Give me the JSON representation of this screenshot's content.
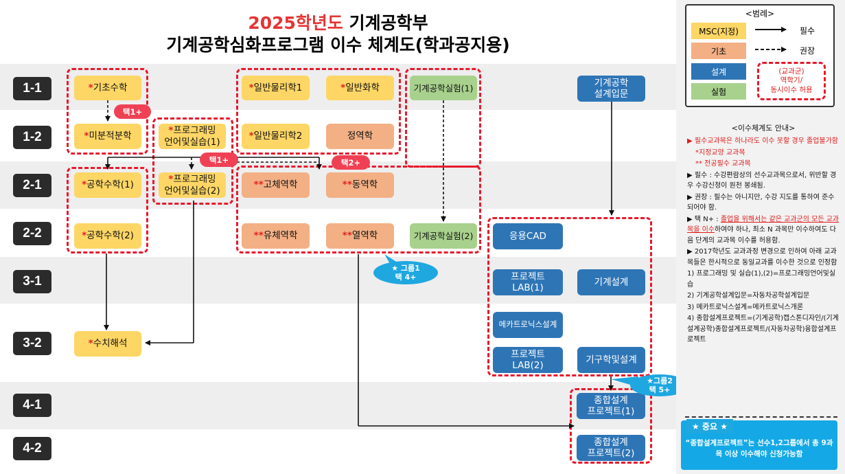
{
  "title": {
    "line1_red": "2025학년도",
    "line1_rest": " 기계공학부",
    "line2": "기계공학심화프로그램 이수 체계도(학과공지용)"
  },
  "semesters": [
    "1-1",
    "1-2",
    "2-1",
    "2-2",
    "3-1",
    "3-2",
    "4-1",
    "4-2"
  ],
  "courses": {
    "basic_math": {
      "star": "*",
      "label": "기초수학"
    },
    "calculus": {
      "star": "*",
      "label": "미분적분학"
    },
    "prog1": {
      "star": "*",
      "label": "프로그래밍\n언어및실습(1)"
    },
    "prog2": {
      "star": "*",
      "label": "프로그래밍\n언어및실습(2)"
    },
    "eng_math1": {
      "star": "*",
      "label": "공학수학(1)"
    },
    "eng_math2": {
      "star": "*",
      "label": "공학수학(2)"
    },
    "numerical": {
      "star": "*",
      "label": "수치해석"
    },
    "physics1": {
      "star": "*",
      "label": "일반물리학1"
    },
    "chem": {
      "star": "*",
      "label": "일반화학"
    },
    "physics2": {
      "star": "*",
      "label": "일반물리학2"
    },
    "statics": {
      "star": "",
      "label": "정역학"
    },
    "solid": {
      "star": "**",
      "label": "고체역학"
    },
    "dynamics": {
      "star": "**",
      "label": "동역학"
    },
    "fluid": {
      "star": "**",
      "label": "유체역학"
    },
    "thermo": {
      "star": "**",
      "label": "열역학"
    },
    "lab1": {
      "label": "기계공학실험(1)"
    },
    "lab2": {
      "label": "기계공학실험(2)"
    },
    "intro_design": {
      "label": "기계공학\n설계입문"
    },
    "cad": {
      "label": "응용CAD"
    },
    "project_lab1": {
      "label": "프로젝트\nLAB(1)"
    },
    "mech_design": {
      "label": "기계설계"
    },
    "mechatronics": {
      "label": "메카트로닉스설계"
    },
    "project_lab2": {
      "label": "프로젝트\nLAB(2)"
    },
    "machine_design": {
      "label": "기구학및설계"
    },
    "capstone1": {
      "label": "종합설계\n프로젝트(1)"
    },
    "capstone2": {
      "label": "종합설계\n프로젝트(2)"
    }
  },
  "badges": {
    "pick1a": "택1+",
    "pick1b": "택1+",
    "pick2": "택2+"
  },
  "callouts": {
    "group1": {
      "line1": "★ 그룹1",
      "line2": "택 4+"
    },
    "group2": {
      "line1": "★그룹2",
      "line2": "택 5+"
    }
  },
  "legend": {
    "title": "<범례>",
    "msc": "MSC(지정)",
    "basic": "기초",
    "design": "설계",
    "lab": "실험",
    "required": "필수",
    "recommended": "권장",
    "note_box": "(교과군)\n역학기/\n동시이수 허용"
  },
  "notes": {
    "title": "<이수체계도 안내>",
    "n1": "▶ 필수교과목은 하나라도 이수 못할 경우 졸업불가함",
    "n2": "*지정교양 교과목",
    "n3": "** 전공필수 교과목",
    "n4": "▶ 필수 : 수강편람상의 선수교과목으로서, 위반할 경우 수강신청이 원천 봉쇄됨.",
    "n5": "▶ 권장 : 필수는 아니지만, 수강 지도를 통하여 준수되어야 함.",
    "n6a": "▶ 택 N+ : ",
    "n6b": "졸업을 위해서는 같은 교과군의 모든 교과목을 이수",
    "n6c": "하여야 하나, 최소 N 과목만 이수하여도 다음 단계의 교과목 이수를 허용함.",
    "n7": "▶ 2017학년도 교과과정 변경으로 인하여 아래 교과목들은 한시적으로 동일교과를 이수한 것으로 인정함",
    "n8": "1) 프로그래밍 및 실습(1),(2)=프로그래밍언어및실습",
    "n9": "2) 기계공학설계입문=자동차공학설계입문",
    "n10": "3) 메카트로닉스설계=메카트로닉스개론",
    "n11": "4) 종합설계프로젝트=(기계공학)캡스톤디자인/(기계설계공학)종합설계프로젝트/(자동차공학)융합설계프로젝트"
  },
  "important": {
    "title": "★ 중요 ★",
    "text": "“종합설계프로젝트”는 선수1,2그룹에서 총 9과목 이상 이수해야 신청가능함"
  },
  "colors": {
    "msc": "#fed665",
    "basic": "#f3b085",
    "design": "#2e75b6",
    "lab": "#a8d18d",
    "group_border": "#e8182c"
  }
}
